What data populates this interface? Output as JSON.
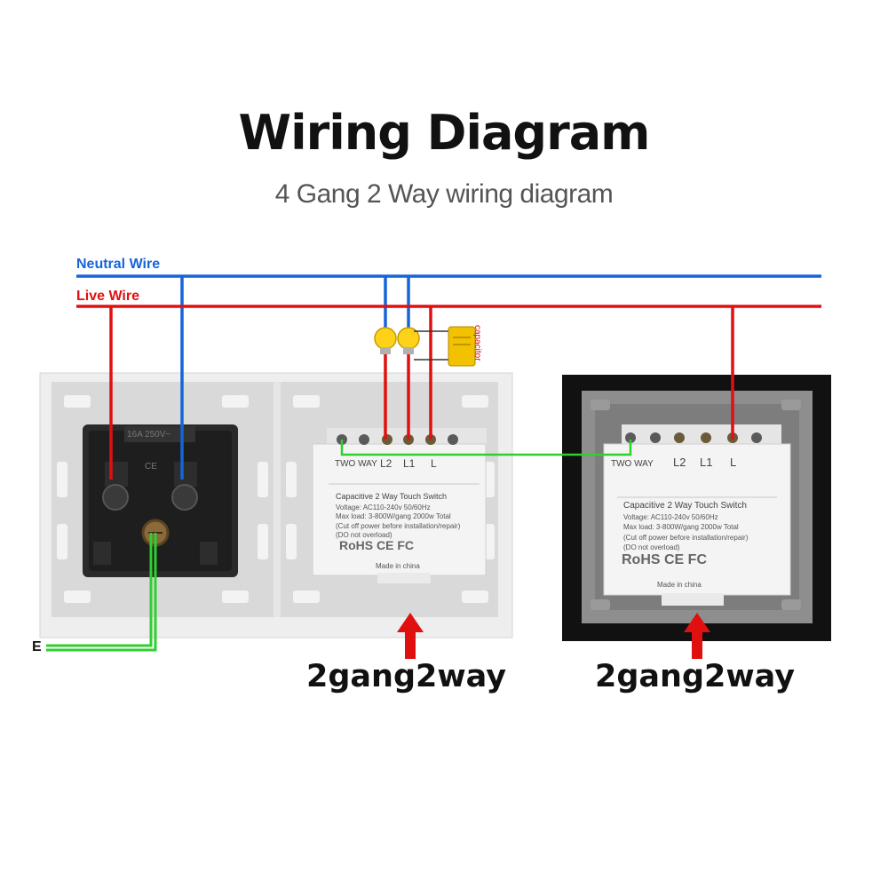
{
  "title": "Wiring Diagram",
  "subtitle": "4 Gang 2 Way wiring diagram",
  "wires": {
    "neutral_label": "Neutral Wire",
    "live_label": "Live Wire",
    "earth_label": "E",
    "neutral_color": "#1565d8",
    "live_color": "#e01010",
    "earth_color": "#2fcf2f"
  },
  "capacitor_label": "capacitor",
  "socket": {
    "rating": "16A 250V~",
    "ce": "CE"
  },
  "module_left": {
    "header": "TWO WAY",
    "terminals": [
      "L2",
      "L1",
      "L"
    ],
    "line1": "Capacitive 2 Way Touch Switch",
    "line2": "Voltage: AC110-240v 50/60Hz",
    "line3": "Max load: 3-800W/gang  2000w Total",
    "line4": "(Cut off power before installation/repair)",
    "line5": "(DO not overload)",
    "certs": "RoHS CE FC",
    "made": "Made in china",
    "caption": "2gang2way"
  },
  "module_right": {
    "header": "TWO WAY",
    "terminals": [
      "L2",
      "L1",
      "L"
    ],
    "line1": "Capacitive 2 Way Touch Switch",
    "line2": "Voltage: AC110-240v 50/60Hz",
    "line3": "Max load: 3-800W/gang  2000w Total",
    "line4": "(Cut off power before installation/repair)",
    "line5": "(DO not overload)",
    "certs": "RoHS CE FC",
    "made": "Made in china",
    "caption": "2gang2way"
  },
  "colors": {
    "arrow": "#e01010",
    "bulb": "#ffd21a",
    "capacitor": "#f2c200"
  }
}
